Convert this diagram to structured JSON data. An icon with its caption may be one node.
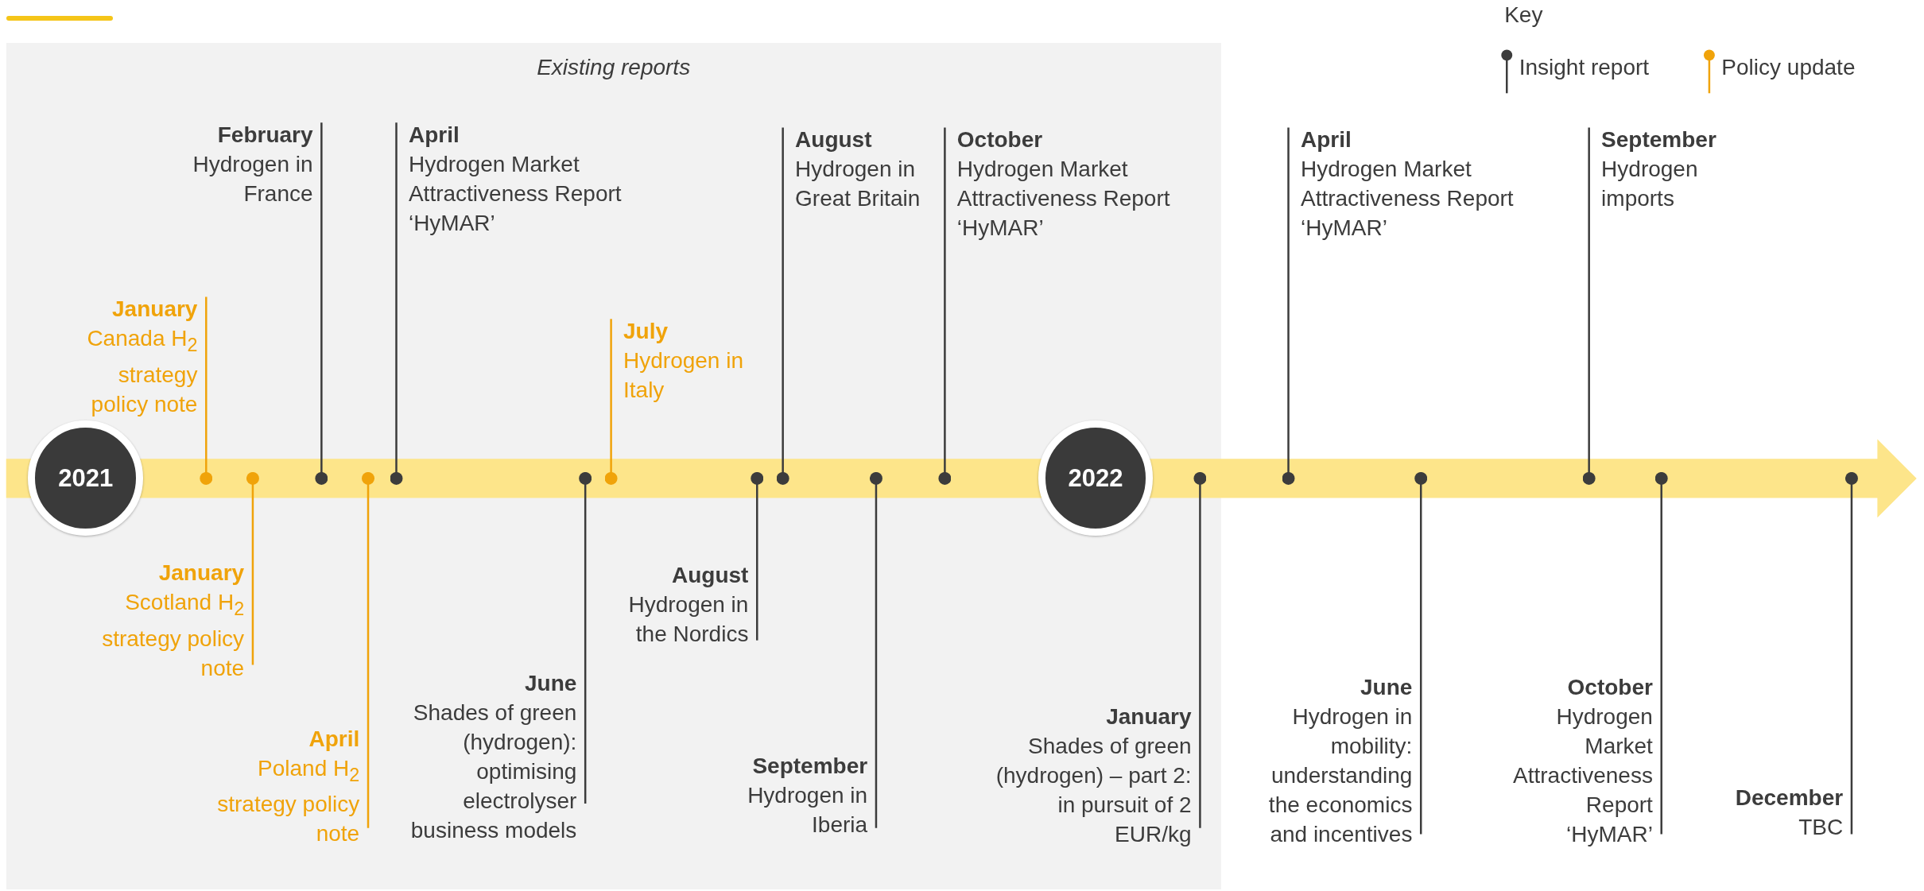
{
  "diagram": {
    "nodes": [
      {
        "text": [
          "Existing reports"
        ]
      },
      {
        "text": [
          "2021"
        ],
        "in": 0
      },
      {
        "text": [
          "January",
          "Canada H$_{2}$ strategy policy note"
        ],
        "in": 0
      },
      {
        "text": [
          "January",
          "Scotland H$_{2}$ strategy policy note"
        ],
        "in": 0
      },
      {
        "text": [
          "February",
          "Hydrogen in France"
        ],
        "in": 0
      },
      {
        "text": [
          "April",
          "Poland H$_{2}$ strategy policy note"
        ],
        "in": 0
      },
      {
        "text": [
          "April",
          "Hydrogen Market Attractiveness Report ‘HyMAR’"
        ],
        "in": 0
      },
      {
        "text": [
          "June",
          "Shades of green (hydrogen): optimising electrolyser business models"
        ],
        "in": 0
      },
      {
        "text": [
          "July",
          "Hydrogen in Italy"
        ],
        "in": 0
      },
      {
        "text": [
          "August",
          "Hydrogen in the Nordics"
        ],
        "in": 0
      },
      {
        "text": [
          "August",
          "Hydrogen in Great Britain"
        ],
        "in": 0
      },
      {
        "text": [
          "September",
          "Hydrogen in Iberia"
        ],
        "in": 0
      },
      {
        "text": [
          "October",
          "Hydrogen Market Attractiveness Report ‘HyMAR’"
        ],
        "in": 0
      },
      {
        "text": [
          "2022"
        ],
        "in": 0
      },
      {
        "text": [
          "January",
          "Shades of green (hydrogen) – part 2: in pursuit of 2 EUR/kg"
        ],
        "in": 0
      },
      {
        "text": [
          "April",
          "Hydrogen Market Attractiveness Report ‘HyMAR’"
        ]
      },
      {
        "text": [
          "June",
          "Hydrogen in mobility: understanding the economics and incentives"
        ]
      },
      {
        "text": [
          "September",
          "Hydrogen imports"
        ]
      },
      {
        "text": [
          "October",
          "Hydrogen Market Attractiveness Report ‘HyMAR’"
        ]
      },
      {
        "text": [
          "December",
          "TBC"
        ]
      }
    ],
    "edges": [
      {
        "from": 2,
        "to": null,
        "arrow": "other",
        "color": "#f0a30a"
      },
      {
        "from": 3,
        "to": null,
        "arrow": "other",
        "color": "#f0a30a"
      },
      {
        "from": 4,
        "to": null,
        "arrow": "other"
      },
      {
        "from": 5,
        "to": null,
        "arrow": "other",
        "color": "#f0a30a"
      },
      {
        "from": 6,
        "to": null,
        "arrow": "other"
      },
      {
        "from": 7,
        "to": null,
        "arrow": "other"
      },
      {
        "from": 8,
        "to": null,
        "arrow": "other",
        "color": "#f0a30a"
      },
      {
        "from": 9,
        "to": null,
        "arrow": "other"
      },
      {
        "from": 10,
        "to": null,
        "arrow": "other"
      },
      {
        "from": 11,
        "to": null,
        "arrow": "other"
      },
      {
        "from": 12,
        "to": null,
        "arrow": "other"
      },
      {
        "from": 14,
        "to": null,
        "arrow": "other"
      },
      {
        "from": 15,
        "to": null,
        "arrow": "other"
      },
      {
        "from": 16,
        "to": null,
        "arrow": "other"
      },
      {
        "from": 17,
        "to": null,
        "arrow": "other"
      },
      {
        "from": 18,
        "to": null,
        "arrow": "other"
      },
      {
        "from": 19,
        "to": null,
        "arrow": "other"
      }
    ],
    "labels": [
      "Key"
    ],
    "legend": [
      {
        "text": "Insight report"
      },
      {
        "text": "Policy update"
      }
    ]
  }
}
